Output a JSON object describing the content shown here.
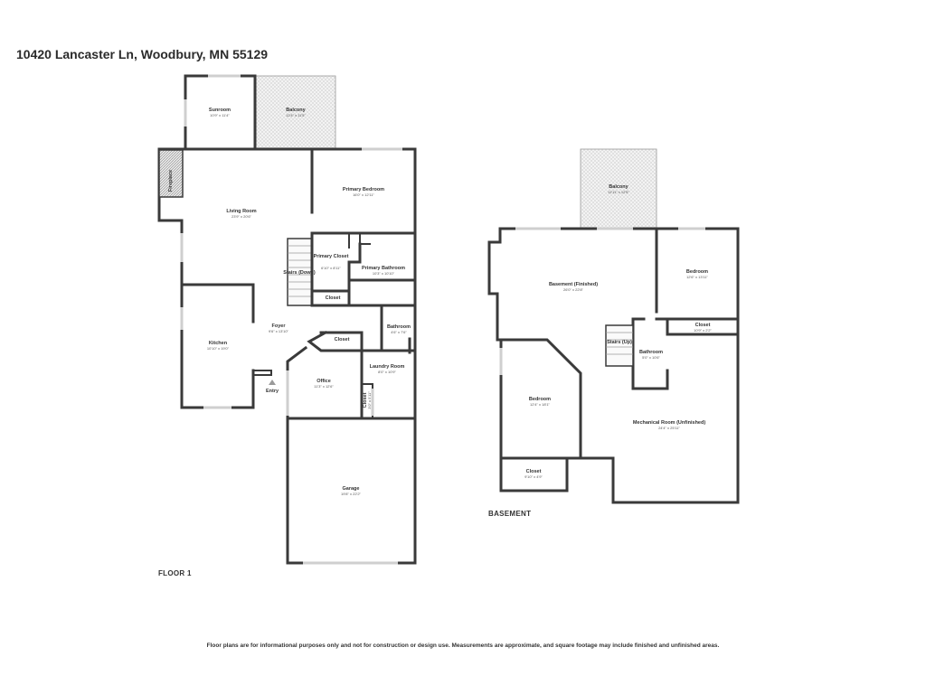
{
  "title": "10420 Lancaster Ln, Woodbury, MN 55129",
  "floors": [
    {
      "label": "FLOOR 1",
      "rooms": [
        {
          "name": "Sunroom",
          "dims": "10'9\" x 11'4\""
        },
        {
          "name": "Balcony",
          "dims": "12'4\" x 11'5\""
        },
        {
          "name": "Fireplace",
          "dims": ""
        },
        {
          "name": "Living Room",
          "dims": "23'9\" x 20'6\""
        },
        {
          "name": "Primary Bedroom",
          "dims": "16'0\" x 12'11\""
        },
        {
          "name": "Stairs (Down)",
          "dims": ""
        },
        {
          "name": "Primary Closet",
          "dims": "6'10\" x 8'11\""
        },
        {
          "name": "Primary Bathroom",
          "dims": "10'3\" x 10'10\""
        },
        {
          "name": "Closet",
          "dims": ""
        },
        {
          "name": "Foyer",
          "dims": "9'6\" x 13'10\""
        },
        {
          "name": "Kitchen",
          "dims": "10'10\" x 19'0\""
        },
        {
          "name": "Bathroom",
          "dims": "4'6\" x 7'6\""
        },
        {
          "name": "Closet",
          "dims": ""
        },
        {
          "name": "Laundry Room",
          "dims": "8'0\" x 10'9\""
        },
        {
          "name": "Office",
          "dims": "11'3\" x 12'6\""
        },
        {
          "name": "Closet",
          "dims": "3'0\" x 5'11\""
        },
        {
          "name": "Entry",
          "dims": ""
        },
        {
          "name": "Garage",
          "dims": "19'8\" x 22'2\""
        }
      ]
    },
    {
      "label": "BASEMENT",
      "rooms": [
        {
          "name": "Balcony",
          "dims": "11'11\" x 12'5\""
        },
        {
          "name": "Basement (Finished)",
          "dims": "26'0\" x 22'8\""
        },
        {
          "name": "Bedroom",
          "dims": "12'6\" x 13'11\""
        },
        {
          "name": "Closet",
          "dims": "10'9\" x 2'2\""
        },
        {
          "name": "Stairs (Up)",
          "dims": ""
        },
        {
          "name": "Bathroom",
          "dims": "5'0\" x 10'6\""
        },
        {
          "name": "Bedroom",
          "dims": "12'4\" x 18'1\""
        },
        {
          "name": "Mechanical Room (Unfinished)",
          "dims": "24'4\" x 25'11\""
        },
        {
          "name": "Closet",
          "dims": "9'10\" x 4'9\""
        }
      ]
    }
  ],
  "disclaimer": "Floor plans are for informational purposes only and not for construction or design use. Measurements are approximate, and square footage may include finished and unfinished areas."
}
